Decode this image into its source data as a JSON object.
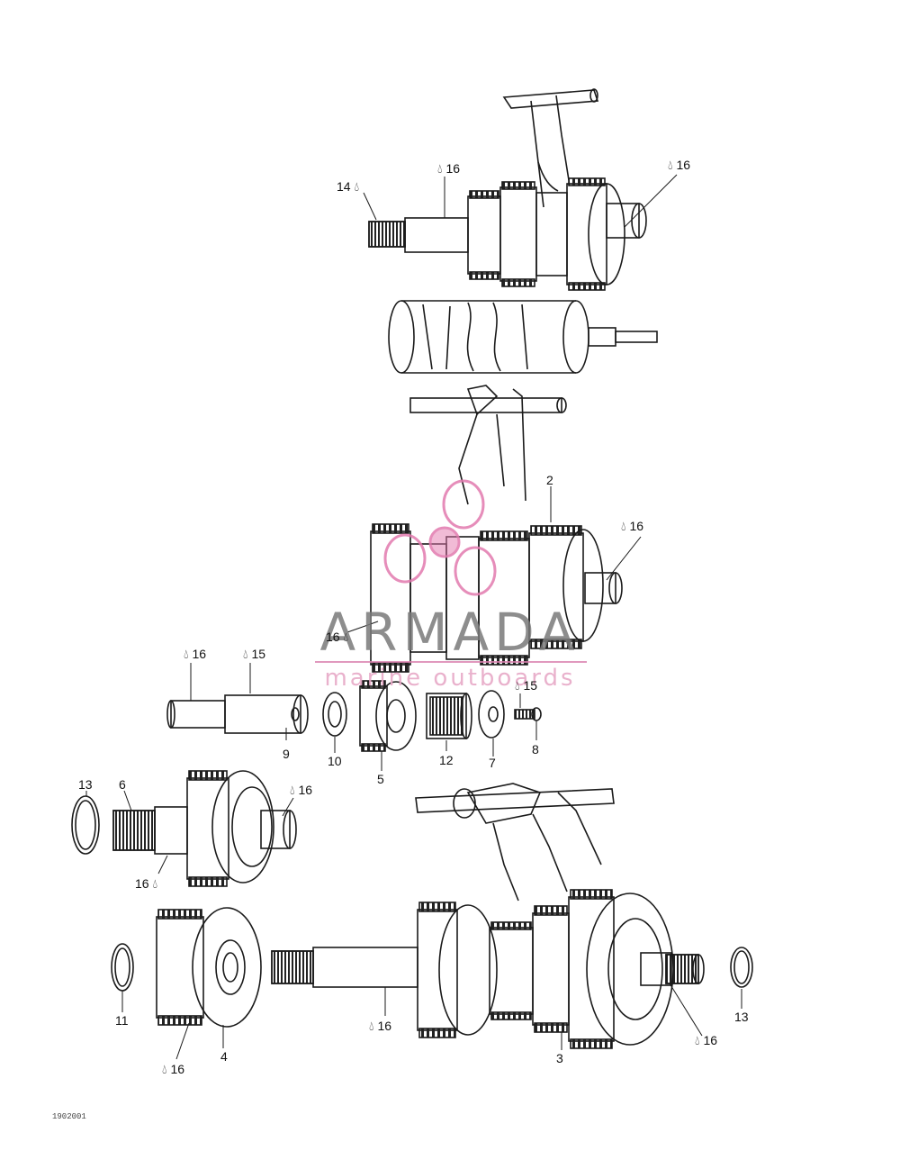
{
  "diagram": {
    "drawing_code": "1902001",
    "callouts": [
      {
        "id": "c14",
        "text": "14",
        "drop": true
      },
      {
        "id": "c16a",
        "text": "16",
        "drop": true
      },
      {
        "id": "c16b",
        "text": "16",
        "drop": true
      },
      {
        "id": "c2",
        "text": "2",
        "drop": false
      },
      {
        "id": "c16c",
        "text": "16",
        "drop": true
      },
      {
        "id": "c16d",
        "text": "16",
        "drop": true
      },
      {
        "id": "c16e",
        "text": "16",
        "drop": true
      },
      {
        "id": "c15a",
        "text": "15",
        "drop": true
      },
      {
        "id": "c15b",
        "text": "15",
        "drop": true
      },
      {
        "id": "c9",
        "text": "9",
        "drop": false
      },
      {
        "id": "c10",
        "text": "10",
        "drop": false
      },
      {
        "id": "c5",
        "text": "5",
        "drop": false
      },
      {
        "id": "c12",
        "text": "12",
        "drop": false
      },
      {
        "id": "c7",
        "text": "7",
        "drop": false
      },
      {
        "id": "c8",
        "text": "8",
        "drop": false
      },
      {
        "id": "c13a",
        "text": "13",
        "drop": false
      },
      {
        "id": "c6",
        "text": "6",
        "drop": false
      },
      {
        "id": "c16f",
        "text": "16",
        "drop": true
      },
      {
        "id": "c16g",
        "text": "16",
        "drop": true
      },
      {
        "id": "c11",
        "text": "11",
        "drop": false
      },
      {
        "id": "c4",
        "text": "4",
        "drop": false
      },
      {
        "id": "c16h",
        "text": "16",
        "drop": true
      },
      {
        "id": "c16i",
        "text": "16",
        "drop": true
      },
      {
        "id": "c3",
        "text": "3",
        "drop": false
      },
      {
        "id": "c16j",
        "text": "16",
        "drop": true
      },
      {
        "id": "c13b",
        "text": "13",
        "drop": false
      }
    ]
  },
  "watermark": {
    "brand": "ARMADA",
    "tagline": "marine outboards",
    "brand_color": "#7a7a7a",
    "accent_color": "#e27aae"
  }
}
